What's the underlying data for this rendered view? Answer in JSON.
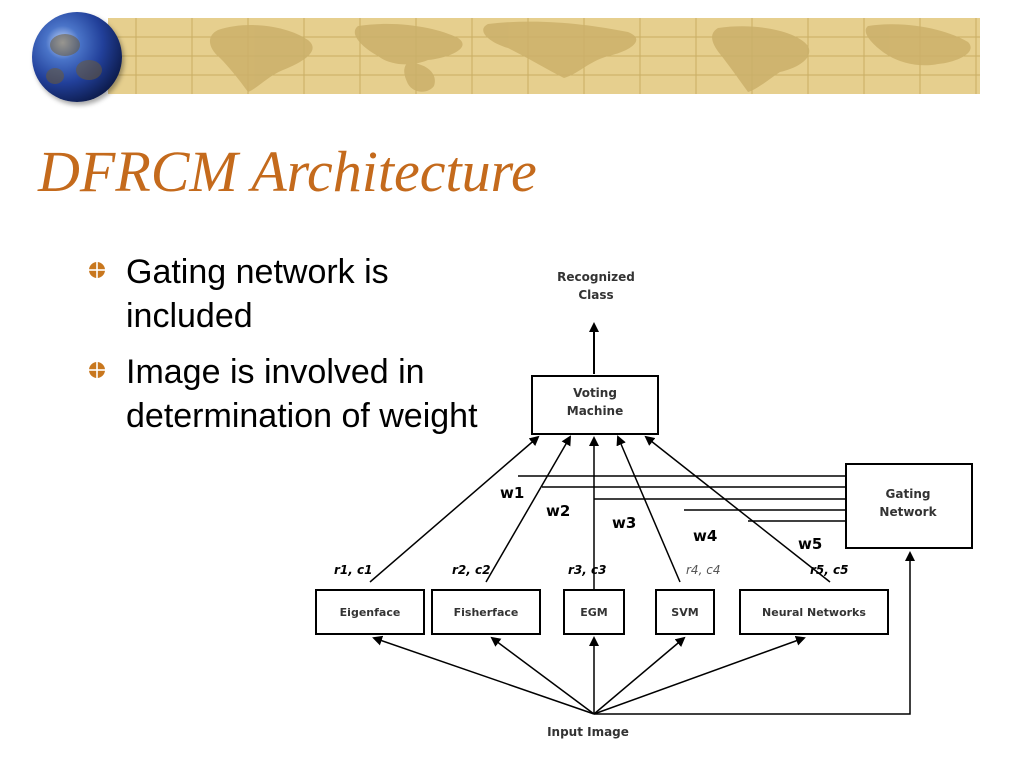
{
  "slide": {
    "title": "DFRCM Architecture",
    "bullets": [
      "Gating network is included",
      "Image is involved in determination of weight"
    ]
  },
  "diagram": {
    "output_label_line1": "Recognized",
    "output_label_line2": "Class",
    "voting_line1": "Voting",
    "voting_line2": "Machine",
    "gating_line1": "Gating",
    "gating_line2": "Network",
    "input_label": "Input Image",
    "classifiers": [
      "Eigenface",
      "Fisherface",
      "EGM",
      "SVM",
      "Neural Networks"
    ],
    "weights": [
      "w1",
      "w2",
      "w3",
      "w4",
      "w5"
    ],
    "rc_labels": [
      {
        "r": "r1",
        "c": "c1"
      },
      {
        "r": "r2",
        "c": "c2"
      },
      {
        "r": "r3",
        "c": "c3"
      },
      {
        "r": "r4",
        "c": "c4"
      },
      {
        "r": "r5",
        "c": "c5"
      }
    ]
  },
  "colors": {
    "title": "#c46a1c",
    "banner": "#e6cf8e",
    "bullet_icon": "#c8771e"
  }
}
